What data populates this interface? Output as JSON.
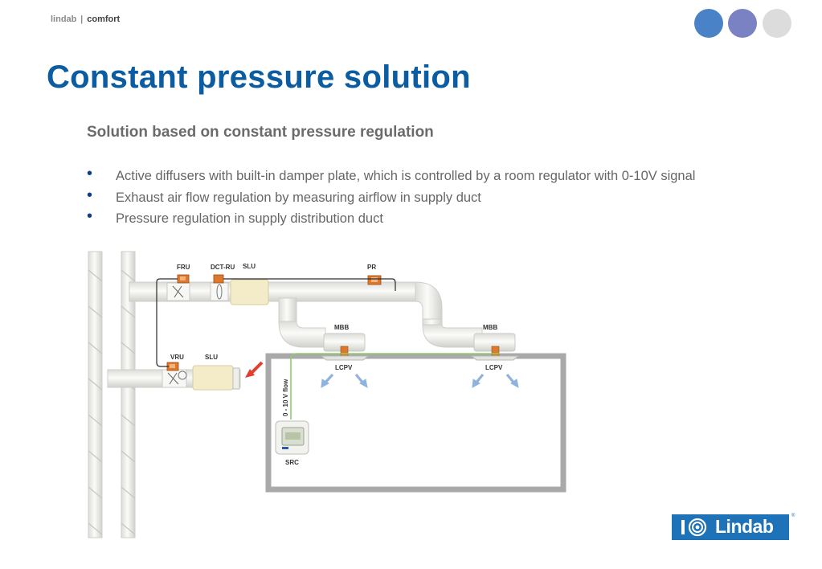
{
  "header": {
    "brand": "lindab",
    "separator": "|",
    "section": "comfort",
    "dots": [
      "#4a82c8",
      "#7a82c4",
      "#dcdcdc"
    ]
  },
  "title": "Constant pressure solution",
  "subtitle": "Solution based on constant pressure regulation",
  "bullets": [
    "Active diffusers with built-in damper plate, which is controlled by a room regulator with 0-10V signal",
    "Exhaust air flow regulation by measuring airflow in supply duct",
    "Pressure regulation in supply distribution duct"
  ],
  "diagram": {
    "labels": {
      "fru": "FRU",
      "dct_ru": "DCT-RU",
      "slu_top": "SLU",
      "pr": "PR",
      "mbb_left": "MBB",
      "mbb_right": "MBB",
      "vru": "VRU",
      "slu_bottom": "SLU",
      "lcpv_left": "LCPV",
      "lcpv_right": "LCPV",
      "signal": "0 - 10 V flow",
      "src": "SRC"
    },
    "colors": {
      "duct": "#eeeeea",
      "duct_edge": "#cfcfca",
      "room_wall": "#a9a9a9",
      "silencer": "#f4ecc8",
      "actuator": "#e0782c",
      "signal_wire": "#8ccd6a",
      "control_wire": "#2a2a2a",
      "airflow_arrow": "#8fb3dc",
      "exhaust_arrow": "#e04030"
    }
  },
  "logo": {
    "text": "Lindab",
    "mark": "®",
    "color": "#1d72b8"
  }
}
